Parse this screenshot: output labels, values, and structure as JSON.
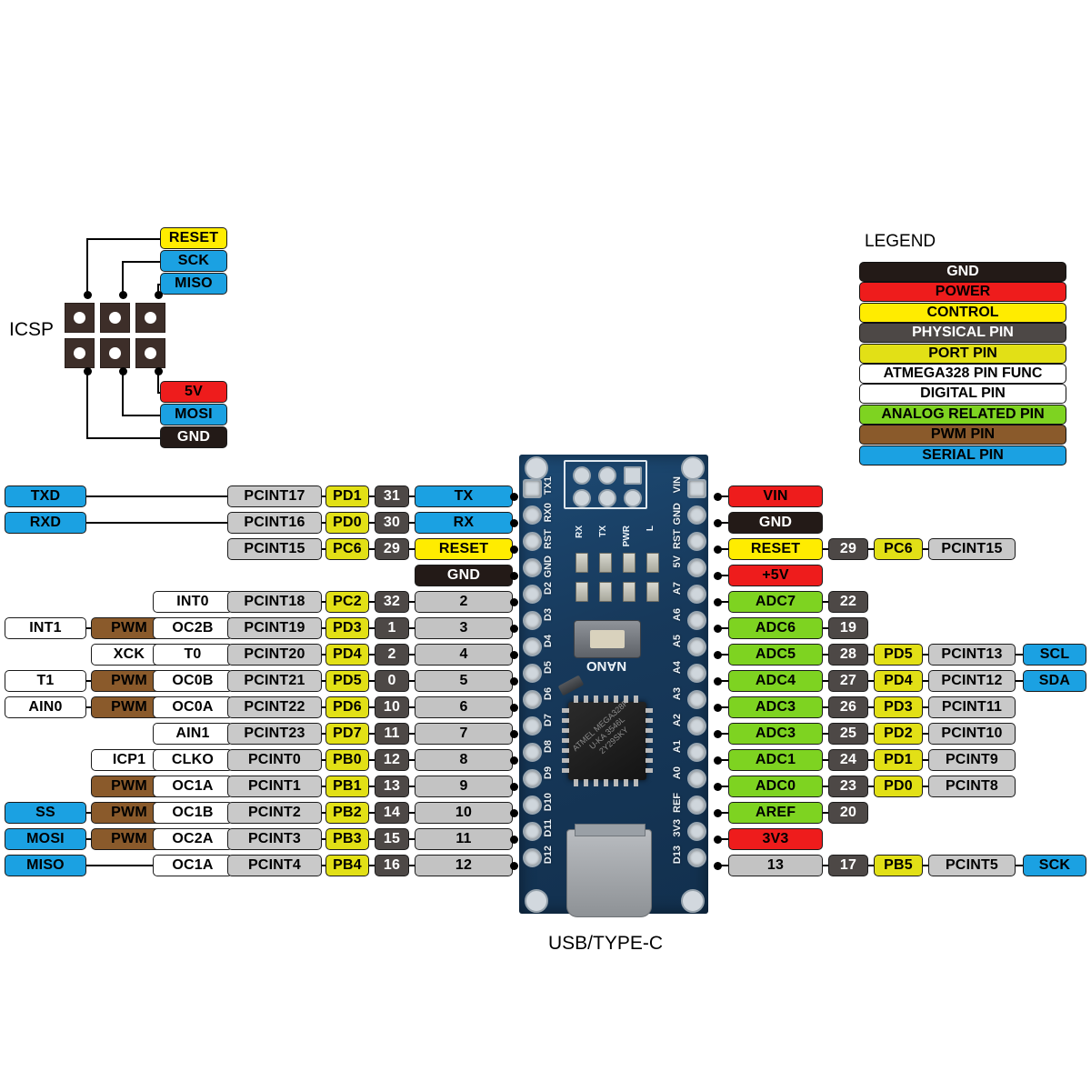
{
  "legend": {
    "title": "LEGEND",
    "items": [
      {
        "label": "GND",
        "cls": "c-gnd"
      },
      {
        "label": "POWER",
        "cls": "c-power"
      },
      {
        "label": "CONTROL",
        "cls": "c-control"
      },
      {
        "label": "PHYSICAL PIN",
        "cls": "c-phys"
      },
      {
        "label": "PORT PIN",
        "cls": "c-port"
      },
      {
        "label": "ATMEGA328 PIN FUNC",
        "cls": "c-func"
      },
      {
        "label": "DIGITAL PIN",
        "cls": "c-digital"
      },
      {
        "label": "ANALOG RELATED PIN",
        "cls": "c-analog"
      },
      {
        "label": "PWM PIN",
        "cls": "c-pwm"
      },
      {
        "label": "SERIAL PIN",
        "cls": "c-serial"
      }
    ]
  },
  "icsp": {
    "label": "ICSP",
    "top_labels": [
      {
        "label": "RESET",
        "cls": "c-control"
      },
      {
        "label": "SCK",
        "cls": "c-serial"
      },
      {
        "label": "MISO",
        "cls": "c-serial"
      }
    ],
    "bottom_labels": [
      {
        "label": "5V",
        "cls": "c-power"
      },
      {
        "label": "MOSI",
        "cls": "c-serial"
      },
      {
        "label": "GND",
        "cls": "c-gnd"
      }
    ]
  },
  "board": {
    "name": "NANO",
    "usb_label": "USB/TYPE-C",
    "mcu_text": "ATMEL MEGA328P U-KA 3546L 2Y29SKY",
    "left_silk": [
      "TX1",
      "RX0",
      "RST",
      "GND",
      "D2",
      "D3",
      "D4",
      "D5",
      "D6",
      "D7",
      "D8",
      "D9",
      "D10",
      "D11",
      "D12"
    ],
    "right_silk": [
      "VIN",
      "GND",
      "RST",
      "5V",
      "A7",
      "A6",
      "A5",
      "A4",
      "A3",
      "A2",
      "A1",
      "A0",
      "REF",
      "3V3",
      "D13"
    ],
    "led_labels": [
      "RX",
      "TX",
      "PWR",
      "L"
    ]
  },
  "left_rows": [
    {
      "cells": [
        {
          "t": "TXD",
          "cls": "c-serial",
          "col": 0
        },
        {
          "t": "PCINT17",
          "cls": "c-pcint",
          "col": 3
        },
        {
          "t": "PD1",
          "cls": "c-port",
          "col": 4
        },
        {
          "t": "31",
          "cls": "c-phys",
          "col": 5
        },
        {
          "t": "TX",
          "cls": "c-serial",
          "col": 6
        }
      ]
    },
    {
      "cells": [
        {
          "t": "RXD",
          "cls": "c-serial",
          "col": 0
        },
        {
          "t": "PCINT16",
          "cls": "c-pcint",
          "col": 3
        },
        {
          "t": "PD0",
          "cls": "c-port",
          "col": 4
        },
        {
          "t": "30",
          "cls": "c-phys",
          "col": 5
        },
        {
          "t": "RX",
          "cls": "c-serial",
          "col": 6
        }
      ]
    },
    {
      "cells": [
        {
          "t": "PCINT15",
          "cls": "c-pcint",
          "col": 3
        },
        {
          "t": "PC6",
          "cls": "c-port",
          "col": 4
        },
        {
          "t": "29",
          "cls": "c-phys",
          "col": 5
        },
        {
          "t": "RESET",
          "cls": "c-control",
          "col": 6
        }
      ]
    },
    {
      "cells": [
        {
          "t": "GND",
          "cls": "c-gnd",
          "col": 6
        }
      ]
    },
    {
      "cells": [
        {
          "t": "INT0",
          "cls": "c-func",
          "col": 2
        },
        {
          "t": "PCINT18",
          "cls": "c-pcint",
          "col": 3
        },
        {
          "t": "PC2",
          "cls": "c-port",
          "col": 4
        },
        {
          "t": "32",
          "cls": "c-phys",
          "col": 5
        },
        {
          "t": "2",
          "cls": "c-gray",
          "col": 6
        }
      ]
    },
    {
      "cells": [
        {
          "t": "INT1",
          "cls": "c-func",
          "col": 0
        },
        {
          "t": "PWM",
          "cls": "c-pwm",
          "col": 1
        },
        {
          "t": "OC2B",
          "cls": "c-func",
          "col": 2
        },
        {
          "t": "PCINT19",
          "cls": "c-pcint",
          "col": 3
        },
        {
          "t": "PD3",
          "cls": "c-port",
          "col": 4
        },
        {
          "t": "1",
          "cls": "c-phys",
          "col": 5
        },
        {
          "t": "3",
          "cls": "c-gray",
          "col": 6
        }
      ]
    },
    {
      "cells": [
        {
          "t": "XCK",
          "cls": "c-func",
          "col": 1
        },
        {
          "t": "T0",
          "cls": "c-func",
          "col": 2
        },
        {
          "t": "PCINT20",
          "cls": "c-pcint",
          "col": 3
        },
        {
          "t": "PD4",
          "cls": "c-port",
          "col": 4
        },
        {
          "t": "2",
          "cls": "c-phys",
          "col": 5
        },
        {
          "t": "4",
          "cls": "c-gray",
          "col": 6
        }
      ]
    },
    {
      "cells": [
        {
          "t": "T1",
          "cls": "c-func",
          "col": 0
        },
        {
          "t": "PWM",
          "cls": "c-pwm",
          "col": 1
        },
        {
          "t": "OC0B",
          "cls": "c-func",
          "col": 2
        },
        {
          "t": "PCINT21",
          "cls": "c-pcint",
          "col": 3
        },
        {
          "t": "PD5",
          "cls": "c-port",
          "col": 4
        },
        {
          "t": "0",
          "cls": "c-phys",
          "col": 5
        },
        {
          "t": "5",
          "cls": "c-gray",
          "col": 6
        }
      ]
    },
    {
      "cells": [
        {
          "t": "AIN0",
          "cls": "c-func",
          "col": 0
        },
        {
          "t": "PWM",
          "cls": "c-pwm",
          "col": 1
        },
        {
          "t": "OC0A",
          "cls": "c-func",
          "col": 2
        },
        {
          "t": "PCINT22",
          "cls": "c-pcint",
          "col": 3
        },
        {
          "t": "PD6",
          "cls": "c-port",
          "col": 4
        },
        {
          "t": "10",
          "cls": "c-phys",
          "col": 5
        },
        {
          "t": "6",
          "cls": "c-gray",
          "col": 6
        }
      ]
    },
    {
      "cells": [
        {
          "t": "AIN1",
          "cls": "c-func",
          "col": 2
        },
        {
          "t": "PCINT23",
          "cls": "c-pcint",
          "col": 3
        },
        {
          "t": "PD7",
          "cls": "c-port",
          "col": 4
        },
        {
          "t": "11",
          "cls": "c-phys",
          "col": 5
        },
        {
          "t": "7",
          "cls": "c-gray",
          "col": 6
        }
      ]
    },
    {
      "cells": [
        {
          "t": "ICP1",
          "cls": "c-func",
          "col": 1
        },
        {
          "t": "CLKO",
          "cls": "c-func",
          "col": 2
        },
        {
          "t": "PCINT0",
          "cls": "c-pcint",
          "col": 3
        },
        {
          "t": "PB0",
          "cls": "c-port",
          "col": 4
        },
        {
          "t": "12",
          "cls": "c-phys",
          "col": 5
        },
        {
          "t": "8",
          "cls": "c-gray",
          "col": 6
        }
      ]
    },
    {
      "cells": [
        {
          "t": "PWM",
          "cls": "c-pwm",
          "col": 1
        },
        {
          "t": "OC1A",
          "cls": "c-func",
          "col": 2
        },
        {
          "t": "PCINT1",
          "cls": "c-pcint",
          "col": 3
        },
        {
          "t": "PB1",
          "cls": "c-port",
          "col": 4
        },
        {
          "t": "13",
          "cls": "c-phys",
          "col": 5
        },
        {
          "t": "9",
          "cls": "c-gray",
          "col": 6
        }
      ]
    },
    {
      "cells": [
        {
          "t": "SS",
          "cls": "c-serial",
          "col": 0
        },
        {
          "t": "PWM",
          "cls": "c-pwm",
          "col": 1
        },
        {
          "t": "OC1B",
          "cls": "c-func",
          "col": 2
        },
        {
          "t": "PCINT2",
          "cls": "c-pcint",
          "col": 3
        },
        {
          "t": "PB2",
          "cls": "c-port",
          "col": 4
        },
        {
          "t": "14",
          "cls": "c-phys",
          "col": 5
        },
        {
          "t": "10",
          "cls": "c-gray",
          "col": 6
        }
      ]
    },
    {
      "cells": [
        {
          "t": "MOSI",
          "cls": "c-serial",
          "col": 0
        },
        {
          "t": "PWM",
          "cls": "c-pwm",
          "col": 1
        },
        {
          "t": "OC2A",
          "cls": "c-func",
          "col": 2
        },
        {
          "t": "PCINT3",
          "cls": "c-pcint",
          "col": 3
        },
        {
          "t": "PB3",
          "cls": "c-port",
          "col": 4
        },
        {
          "t": "15",
          "cls": "c-phys",
          "col": 5
        },
        {
          "t": "11",
          "cls": "c-gray",
          "col": 6
        }
      ]
    },
    {
      "cells": [
        {
          "t": "MISO",
          "cls": "c-serial",
          "col": 0
        },
        {
          "t": "OC1A",
          "cls": "c-func",
          "col": 2
        },
        {
          "t": "PCINT4",
          "cls": "c-pcint",
          "col": 3
        },
        {
          "t": "PB4",
          "cls": "c-port",
          "col": 4
        },
        {
          "t": "16",
          "cls": "c-phys",
          "col": 5
        },
        {
          "t": "12",
          "cls": "c-gray",
          "col": 6
        }
      ]
    }
  ],
  "right_rows": [
    {
      "cells": [
        {
          "t": "VIN",
          "cls": "c-power",
          "col": 0
        }
      ]
    },
    {
      "cells": [
        {
          "t": "GND",
          "cls": "c-gnd",
          "col": 0
        }
      ]
    },
    {
      "cells": [
        {
          "t": "RESET",
          "cls": "c-control",
          "col": 0
        },
        {
          "t": "29",
          "cls": "c-phys",
          "col": 1
        },
        {
          "t": "PC6",
          "cls": "c-port",
          "col": 2
        },
        {
          "t": "PCINT15",
          "cls": "c-pcint",
          "col": 3
        }
      ]
    },
    {
      "cells": [
        {
          "t": "+5V",
          "cls": "c-power",
          "col": 0
        }
      ]
    },
    {
      "cells": [
        {
          "t": "ADC7",
          "cls": "c-analog",
          "col": 0
        },
        {
          "t": "22",
          "cls": "c-phys",
          "col": 1
        }
      ]
    },
    {
      "cells": [
        {
          "t": "ADC6",
          "cls": "c-analog",
          "col": 0
        },
        {
          "t": "19",
          "cls": "c-phys",
          "col": 1
        }
      ]
    },
    {
      "cells": [
        {
          "t": "ADC5",
          "cls": "c-analog",
          "col": 0
        },
        {
          "t": "28",
          "cls": "c-phys",
          "col": 1
        },
        {
          "t": "PD5",
          "cls": "c-port",
          "col": 2
        },
        {
          "t": "PCINT13",
          "cls": "c-pcint",
          "col": 3
        },
        {
          "t": "SCL",
          "cls": "c-serial",
          "col": 4
        }
      ]
    },
    {
      "cells": [
        {
          "t": "ADC4",
          "cls": "c-analog",
          "col": 0
        },
        {
          "t": "27",
          "cls": "c-phys",
          "col": 1
        },
        {
          "t": "PD4",
          "cls": "c-port",
          "col": 2
        },
        {
          "t": "PCINT12",
          "cls": "c-pcint",
          "col": 3
        },
        {
          "t": "SDA",
          "cls": "c-serial",
          "col": 4
        }
      ]
    },
    {
      "cells": [
        {
          "t": "ADC3",
          "cls": "c-analog",
          "col": 0
        },
        {
          "t": "26",
          "cls": "c-phys",
          "col": 1
        },
        {
          "t": "PD3",
          "cls": "c-port",
          "col": 2
        },
        {
          "t": "PCINT11",
          "cls": "c-pcint",
          "col": 3
        }
      ]
    },
    {
      "cells": [
        {
          "t": "ADC3",
          "cls": "c-analog",
          "col": 0
        },
        {
          "t": "25",
          "cls": "c-phys",
          "col": 1
        },
        {
          "t": "PD2",
          "cls": "c-port",
          "col": 2
        },
        {
          "t": "PCINT10",
          "cls": "c-pcint",
          "col": 3
        }
      ]
    },
    {
      "cells": [
        {
          "t": "ADC1",
          "cls": "c-analog",
          "col": 0
        },
        {
          "t": "24",
          "cls": "c-phys",
          "col": 1
        },
        {
          "t": "PD1",
          "cls": "c-port",
          "col": 2
        },
        {
          "t": "PCINT9",
          "cls": "c-pcint",
          "col": 3
        }
      ]
    },
    {
      "cells": [
        {
          "t": "ADC0",
          "cls": "c-analog",
          "col": 0
        },
        {
          "t": "23",
          "cls": "c-phys",
          "col": 1
        },
        {
          "t": "PD0",
          "cls": "c-port",
          "col": 2
        },
        {
          "t": "PCINT8",
          "cls": "c-pcint",
          "col": 3
        }
      ]
    },
    {
      "cells": [
        {
          "t": "AREF",
          "cls": "c-analog",
          "col": 0
        },
        {
          "t": "20",
          "cls": "c-phys",
          "col": 1
        }
      ]
    },
    {
      "cells": [
        {
          "t": "3V3",
          "cls": "c-power",
          "col": 0
        }
      ]
    },
    {
      "cells": [
        {
          "t": "13",
          "cls": "c-gray",
          "col": 0
        },
        {
          "t": "17",
          "cls": "c-phys",
          "col": 1
        },
        {
          "t": "PB5",
          "cls": "c-port",
          "col": 2
        },
        {
          "t": "PCINT5",
          "cls": "c-pcint",
          "col": 3
        },
        {
          "t": "SCK",
          "cls": "c-serial",
          "col": 4
        }
      ]
    }
  ]
}
